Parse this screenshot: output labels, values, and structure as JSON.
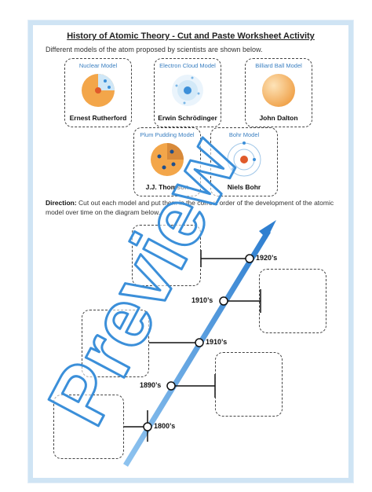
{
  "title": "History of Atomic Theory - Cut and Paste Worksheet Activity",
  "intro": "Different models of the atom proposed by scientists are shown below.",
  "models": [
    {
      "label": "Nuclear Model",
      "scientist": "Ernest Rutherford"
    },
    {
      "label": "Electron Cloud Model",
      "scientist": "Erwin Schrödinger"
    },
    {
      "label": "Billiard Ball Model",
      "scientist": "John Dalton"
    },
    {
      "label": "Plum Pudding Model",
      "scientist": "J.J. Thomson"
    },
    {
      "label": "Bohr Model",
      "scientist": "Niels Bohr"
    }
  ],
  "direction": {
    "label": "Direction:",
    "text": " Cut out each model and put them in the correct order of the development of the atomic model over time on the diagram below."
  },
  "timeline": [
    "1800’s",
    "1890’s",
    "1910’s",
    "1910’s",
    "1920’s"
  ],
  "watermark": "Preview",
  "colors": {
    "arrow": "#3b8fd9",
    "border": "#cfe4f4",
    "model_label": "#3a7fc1"
  }
}
